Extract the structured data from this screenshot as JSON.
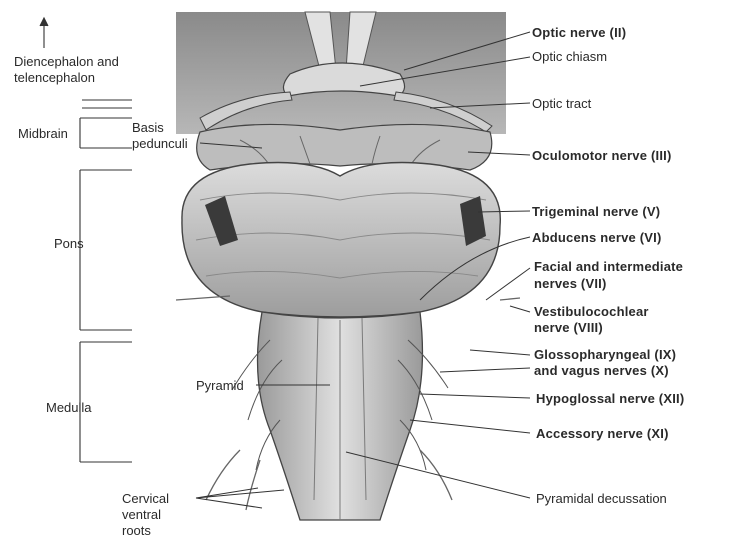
{
  "regions": {
    "diencephalon": "Diencephalon and",
    "telencephalon": "telencephalon",
    "midbrain": "Midbrain",
    "pons": "Pons",
    "medulla": "Medulla"
  },
  "labels_left": {
    "basis_1": "Basis",
    "basis_2": "pedunculi",
    "pyramid": "Pyramid",
    "cervical_1": "Cervical",
    "cervical_2": "ventral",
    "cervical_3": "roots"
  },
  "labels_right": {
    "optic_nerve": "Optic nerve (II)",
    "optic_chiasm": "Optic chiasm",
    "optic_tract": "Optic tract",
    "oculomotor": "Oculomotor nerve (III)",
    "trigeminal": "Trigeminal nerve (V)",
    "abducens": "Abducens nerve (VI)",
    "facial_1": "Facial and intermediate",
    "facial_2": "nerves (VII)",
    "vestibulo_1": "Vestibulocochlear",
    "vestibulo_2": "nerve (VIII)",
    "glosso_1": "Glossopharyngeal (IX)",
    "glosso_2": "and vagus nerves (X)",
    "hypoglossal": "Hypoglossal nerve (XII)",
    "accessory": "Accessory nerve (XI)",
    "decussation": "Pyramidal decussation"
  },
  "colors": {
    "ink": "#2a2a2a",
    "tissue_light": "#d9d9d9",
    "tissue_mid": "#a9a9a9",
    "tissue_dark": "#5a5a5a"
  }
}
